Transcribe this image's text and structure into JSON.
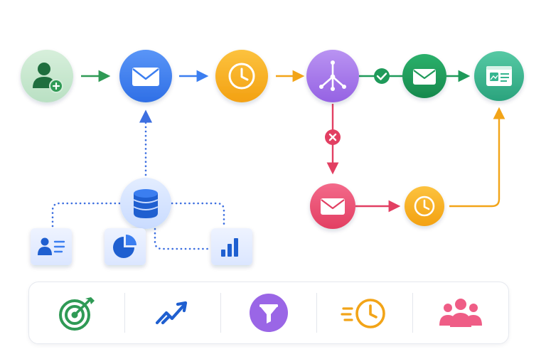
{
  "colors": {
    "green": "#3a9f5a",
    "green_light": "#cfe9d5",
    "blue": "#3b7ef0",
    "yellow": "#f6ac1b",
    "purple": "#a070e8",
    "dark_green": "#1f9a5a",
    "teal": "#35b58f",
    "red": "#e94d6d",
    "navy": "#1f5fd0",
    "pink": "#ef5d86",
    "dotted_blue": "#3d6fe0"
  },
  "flow": {
    "nodes": [
      {
        "id": "new-contact",
        "icon": "user-add-icon",
        "color": "green"
      },
      {
        "id": "send-email",
        "icon": "envelope-icon",
        "color": "blue"
      },
      {
        "id": "wait-delay",
        "icon": "clock-icon",
        "color": "yellow"
      },
      {
        "id": "split-branch",
        "icon": "branch-split-icon",
        "color": "purple"
      },
      {
        "id": "followup-email",
        "icon": "envelope-icon",
        "color": "dark_green"
      },
      {
        "id": "landing-page",
        "icon": "web-page-icon",
        "color": "teal"
      },
      {
        "id": "reminder-email",
        "icon": "envelope-icon",
        "color": "red"
      },
      {
        "id": "second-wait",
        "icon": "clock-icon",
        "color": "yellow"
      },
      {
        "id": "database",
        "icon": "database-icon",
        "color": "blue"
      }
    ],
    "data_sources": [
      {
        "id": "contact-card",
        "icon": "contact-card-icon"
      },
      {
        "id": "pie-chart",
        "icon": "pie-chart-icon"
      },
      {
        "id": "bar-chart",
        "icon": "bar-chart-icon"
      }
    ],
    "branch_badges": [
      {
        "id": "yes-badge",
        "icon": "check-icon",
        "color": "dark_green"
      },
      {
        "id": "no-badge",
        "icon": "x-icon",
        "color": "red"
      }
    ]
  },
  "toolbar": {
    "items": [
      {
        "id": "goal",
        "icon": "target-goal-icon"
      },
      {
        "id": "growth",
        "icon": "trend-up-icon"
      },
      {
        "id": "filter",
        "icon": "funnel-filter-icon"
      },
      {
        "id": "speed",
        "icon": "fast-clock-icon"
      },
      {
        "id": "audience",
        "icon": "user-group-icon"
      }
    ]
  }
}
